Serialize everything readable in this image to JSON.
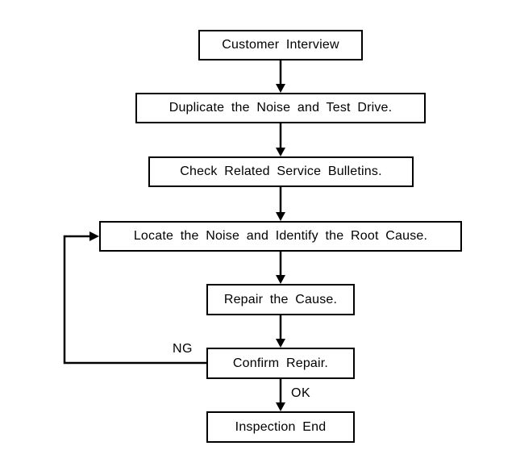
{
  "diagram": {
    "type": "flowchart",
    "title": "",
    "colors": {
      "background": "#ffffff",
      "line": "#000000",
      "box_border": "#000000",
      "text": "#000000"
    },
    "nodes": [
      {
        "id": "customer-interview",
        "label": "Customer Interview"
      },
      {
        "id": "duplicate-noise-test-drive",
        "label": "Duplicate the Noise and Test Drive."
      },
      {
        "id": "check-service-bulletins",
        "label": "Check Related Service Bulletins."
      },
      {
        "id": "locate-noise-root-cause",
        "label": "Locate the Noise and Identify the Root Cause."
      },
      {
        "id": "repair-cause",
        "label": "Repair the Cause."
      },
      {
        "id": "confirm-repair",
        "label": "Confirm Repair."
      },
      {
        "id": "inspection-end",
        "label": "Inspection End"
      }
    ],
    "edges": [
      {
        "from": "customer-interview",
        "to": "duplicate-noise-test-drive",
        "label": ""
      },
      {
        "from": "duplicate-noise-test-drive",
        "to": "check-service-bulletins",
        "label": ""
      },
      {
        "from": "check-service-bulletins",
        "to": "locate-noise-root-cause",
        "label": ""
      },
      {
        "from": "locate-noise-root-cause",
        "to": "repair-cause",
        "label": ""
      },
      {
        "from": "repair-cause",
        "to": "confirm-repair",
        "label": ""
      },
      {
        "from": "confirm-repair",
        "to": "inspection-end",
        "label": "OK"
      },
      {
        "from": "confirm-repair",
        "to": "locate-noise-root-cause",
        "label": "NG"
      }
    ]
  }
}
